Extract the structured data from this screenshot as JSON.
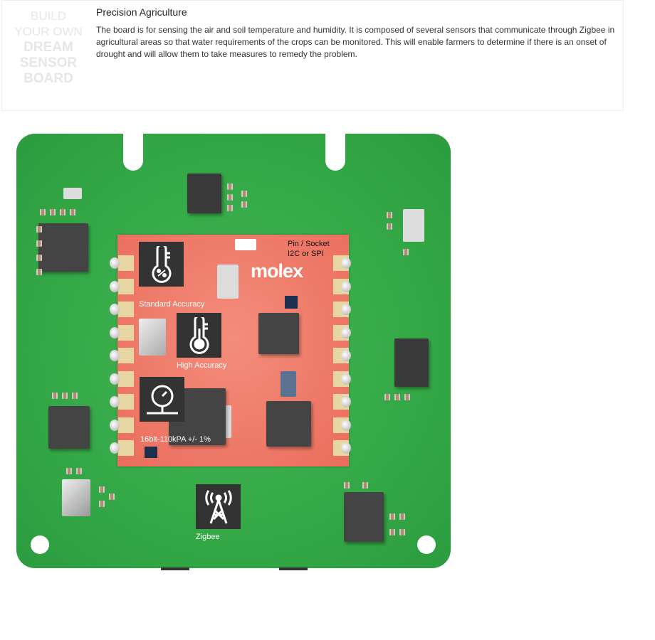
{
  "brand": {
    "line1": "BUILD",
    "line2": "YOUR OWN",
    "line3": "DREAM",
    "line4": "SENSOR",
    "line5": "BOARD"
  },
  "header": {
    "title": "Precision Agriculture",
    "description": "The board is for sensing the air and soil temperature and humidity. It is composed of several sensors that communicate through Zigbee in agricultural areas so that water requirements of the crops can be monitored. This will enable farmers to determine if there is an onset of drought and will allow them to take measures to remedy the problem."
  },
  "board": {
    "module_logo": "molex",
    "interface_line1": "Pin / Socket",
    "interface_line2": "I2C or SPI",
    "sensors": [
      {
        "icon": "thermometer-percent-icon",
        "label": "Standard Accuracy"
      },
      {
        "icon": "thermometer-icon",
        "label": "High Accuracy"
      },
      {
        "icon": "pressure-gauge-icon",
        "label": "16bit-110kPA +/- 1%"
      },
      {
        "icon": "antenna-tower-icon",
        "label": "Zigbee"
      }
    ]
  }
}
